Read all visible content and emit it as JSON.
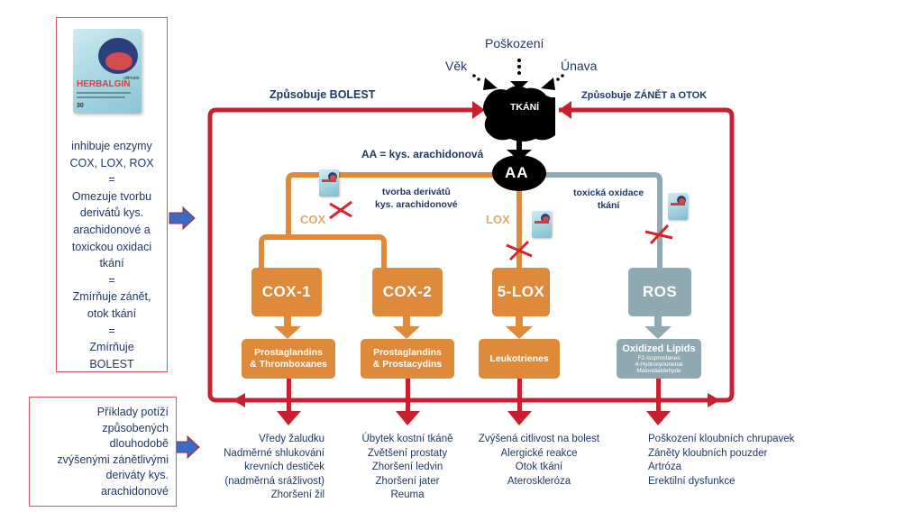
{
  "product_panel": {
    "product_name": "HERBALGIN",
    "product_subtitle": "ultimate",
    "product_count": "30",
    "description_lines": [
      "inhibuje enzymy",
      "COX, LOX, ROX",
      "=",
      "Omezuje tvorbu",
      "derivátů kys.",
      "arachidonové a",
      "toxickou oxidaci",
      "tkání",
      "=",
      "Zmírňuje zánět,",
      "otok tkání",
      "=",
      "Zmírňuje",
      "BOLEST"
    ]
  },
  "examples_panel": {
    "lines": [
      "Příklady potíží",
      "způsobených",
      "dlouhodobě",
      "zvýšenými zánětlivými",
      "deriváty kys.",
      "arachidonové"
    ]
  },
  "top_factors": {
    "age": "Věk",
    "damage": "Poškození",
    "fatigue": "Únava"
  },
  "tissue_label": "TKÁNÍ",
  "loop_labels": {
    "left": "Způsobuje BOLEST",
    "right": "Způsobuje ZÁNĚT a OTOK"
  },
  "aa_definition": "AA = kys. arachidonová",
  "aa_node": "AA",
  "pathway_labels": {
    "derivatives": [
      "tvorba derivátů",
      "kys. arachidonové"
    ],
    "oxidation": [
      "toxická oxidace",
      "tkání"
    ],
    "cox": "COX",
    "lox": "LOX"
  },
  "enzymes": [
    {
      "label": "COX-1",
      "product": [
        "Prostaglandins",
        "& Thromboxanes"
      ]
    },
    {
      "label": "COX-2",
      "product": [
        "Prostaglandins",
        "& Prostacydins"
      ]
    },
    {
      "label": "5-LOX",
      "product": [
        "Leukotrienes"
      ]
    },
    {
      "label": "ROS",
      "product": [
        "Oxidized Lipids"
      ],
      "product_detail": [
        "F2-Isoprostanes",
        "4-Hydroxynonenal",
        "Malondialdehyde"
      ]
    }
  ],
  "effects": [
    [
      "Vředy žaludku",
      "Nadměrné shlukování",
      "krevních destiček",
      "(nadměrná srážlivost)",
      "Zhoršení žil"
    ],
    [
      "Úbytek kostní tkáně",
      "Zvětšení prostaty",
      "Zhoršení ledvin",
      "Zhoršení jater",
      "Reuma"
    ],
    [
      "Zvýšená citlivost na bolest",
      "Alergické reakce",
      "Otok tkání",
      "Ateroskleróza"
    ],
    [
      "Poškození kloubních chrupavek",
      "Záněty kloubních pouzder",
      "Artróza",
      "Erektilní dysfunkce"
    ]
  ],
  "colors": {
    "loop_red": "#c8202f",
    "cox_orange": "#df8a3a",
    "ros_grey": "#8fa9b3",
    "text_navy": "#1f3864",
    "arrow_blue": "#3a6bc4",
    "inhibit_red": "#d9232e"
  }
}
